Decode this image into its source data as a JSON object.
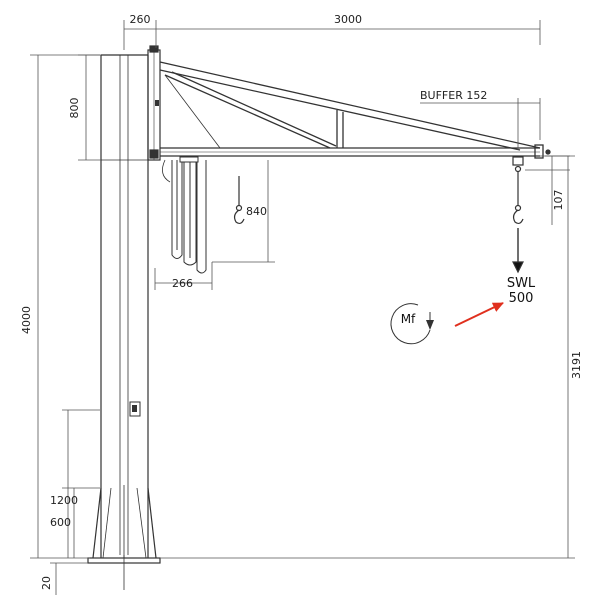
{
  "dimensions": {
    "arm_offset": "260",
    "arm_length": "3000",
    "buffer": "BUFFER 152",
    "arm_height": "800",
    "hook_travel": "840",
    "hook_clearance": "107",
    "festoon_offset": "266",
    "column_height": "4000",
    "hook_height": "3191",
    "base_1200": "1200",
    "base_600": "600",
    "base_20": "20"
  },
  "load": {
    "swl_label": "SWL",
    "swl_value": "500"
  },
  "moment": {
    "label": "Mf"
  },
  "colors": {
    "line": "#333333",
    "dim": "#555555",
    "arrow_red": "#e0301e"
  }
}
